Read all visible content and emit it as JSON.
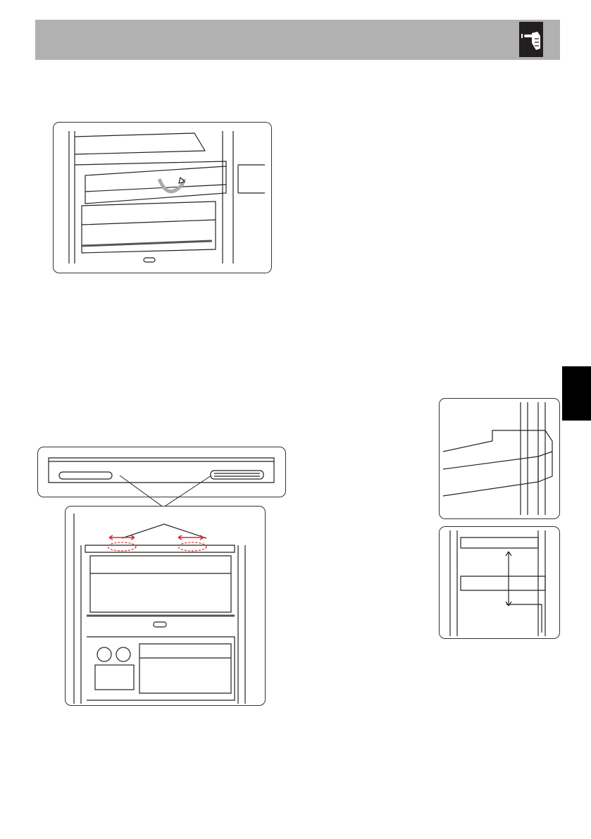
{
  "header": {
    "color": "#b1b1b1",
    "icon": "pointing-hand-icon"
  },
  "side_tab": {
    "color": "#000000"
  },
  "figures": [
    {
      "name": "drawer-removal-illustration",
      "icon": "curved-arrow-icon"
    },
    {
      "name": "shelf-adjustment-illustration",
      "accent": "#e0262b",
      "icon": "double-arrow-icon"
    },
    {
      "name": "door-bin-illustration"
    },
    {
      "name": "door-bin-height-illustration",
      "icon": "vertical-double-arrow-icon"
    }
  ]
}
